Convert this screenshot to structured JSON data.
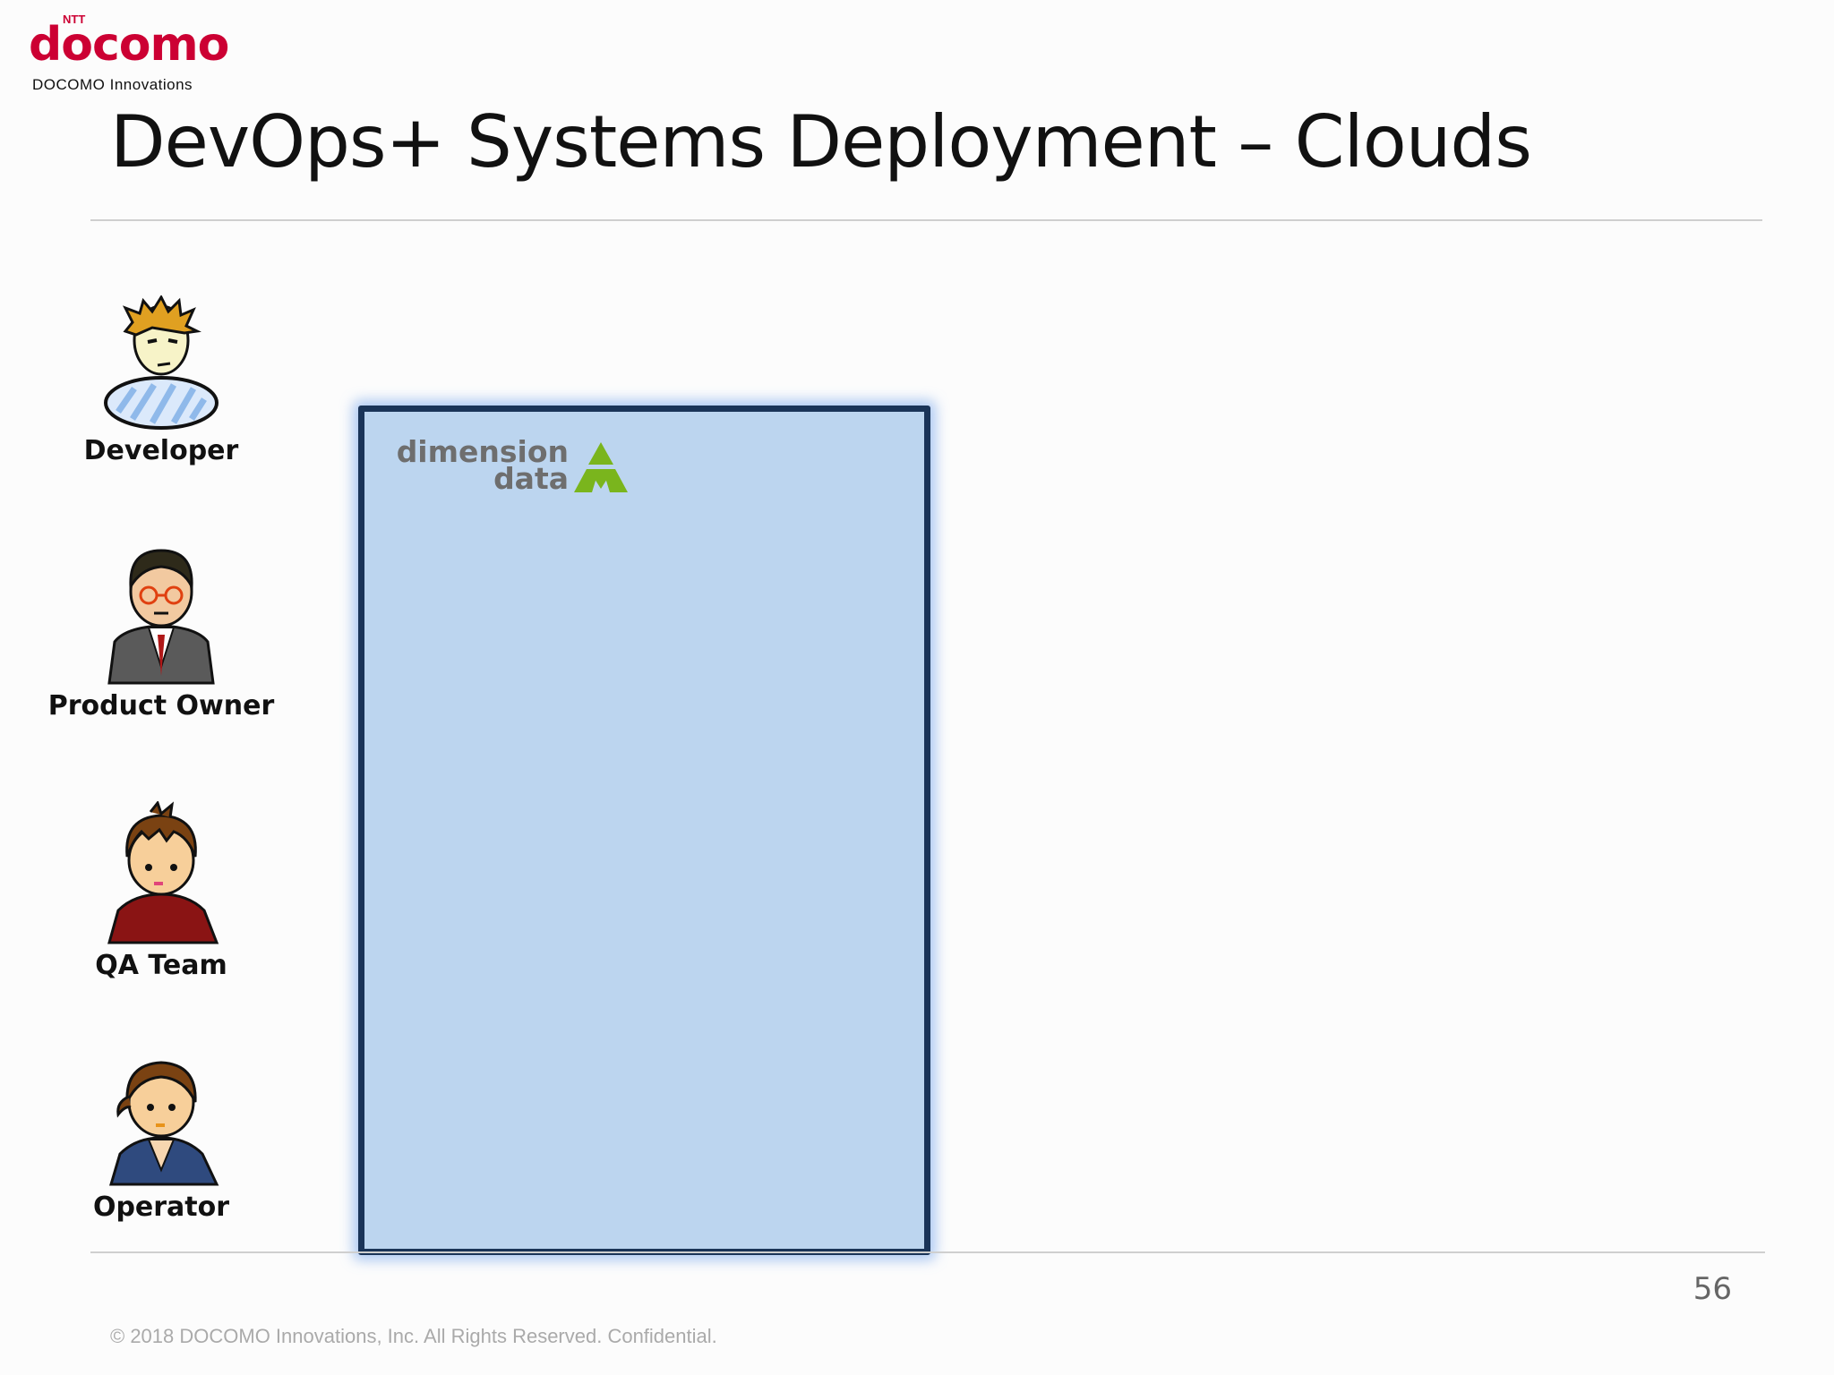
{
  "header": {
    "logo_text": "docomo",
    "logo_superscript": "NTT",
    "logo_subtitle": "DOCOMO Innovations",
    "title": "DevOps+ Systems Deployment – Clouds"
  },
  "personas": [
    {
      "label": "Developer",
      "icon": "developer-avatar-icon"
    },
    {
      "label": "Product Owner",
      "icon": "product-owner-avatar-icon"
    },
    {
      "label": "QA Team",
      "icon": "qa-team-avatar-icon"
    },
    {
      "label": "Operator",
      "icon": "operator-avatar-icon"
    }
  ],
  "cloud": {
    "provider_logo_line1": "dimension",
    "provider_logo_line2": "data"
  },
  "footer": {
    "page_number": "56",
    "copyright": "© 2018 DOCOMO Innovations, Inc. All Rights Reserved. Confidential."
  },
  "colors": {
    "brand_red": "#cc0033",
    "cloud_fill": "#bcd5ef",
    "cloud_border": "#1a3458",
    "dd_green": "#7ab51d"
  }
}
